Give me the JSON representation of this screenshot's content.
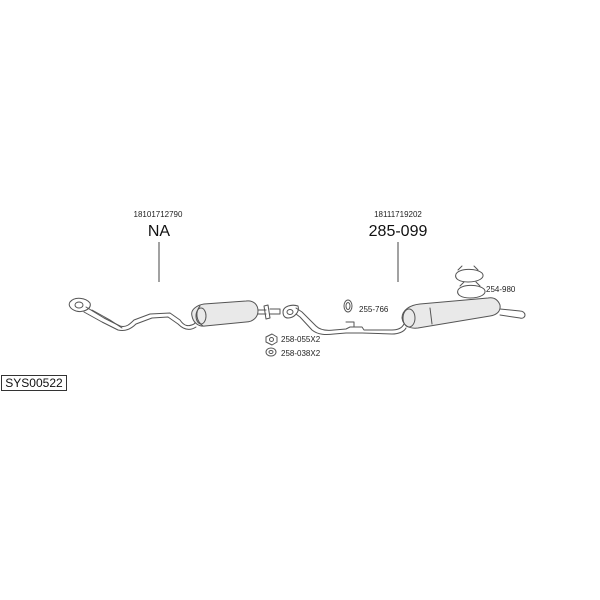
{
  "labels": {
    "front_pipe_partno": "18101712790",
    "front_pipe_code": "NA",
    "rear_partno": "18111719202",
    "rear_code": "285-099",
    "rubber_mount": "255-766",
    "clamp_set": "254-980",
    "nut": "258-055X2",
    "washer": "258-038X2",
    "system_code": "SYS00522"
  },
  "colors": {
    "line": "#555555",
    "part_fill": "#e9e9e9",
    "text": "#111111"
  }
}
